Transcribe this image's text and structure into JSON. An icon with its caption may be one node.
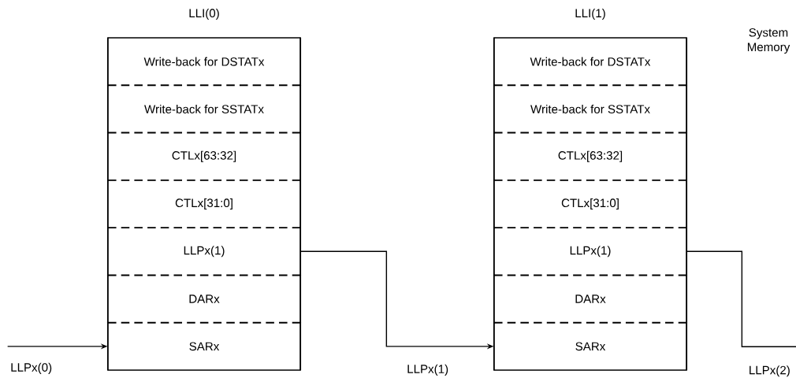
{
  "diagram": {
    "nodes": [
      {
        "text": [
          "LLI(0)"
        ]
      },
      {
        "text": [
          "Write-back for DSTATx"
        ],
        "in": 0
      },
      {
        "text": [
          "Write-back for SSTATx"
        ],
        "in": 0
      },
      {
        "text": [
          "CTLx[63:32]"
        ],
        "in": 0
      },
      {
        "text": [
          "CTLx[31:0]"
        ],
        "in": 0
      },
      {
        "text": [
          "LLPx(1)"
        ],
        "in": 0
      },
      {
        "text": [
          "DARx"
        ],
        "in": 0
      },
      {
        "text": [
          "SARx"
        ],
        "in": 0
      },
      {
        "text": [
          "LLI(1)"
        ]
      },
      {
        "text": [
          "Write-back for DSTATx"
        ],
        "in": 8
      },
      {
        "text": [
          "Write-back for SSTATx"
        ],
        "in": 8
      },
      {
        "text": [
          "CTLx[63:32]"
        ],
        "in": 8
      },
      {
        "text": [
          "CTLx[31:0]"
        ],
        "in": 8
      },
      {
        "text": [
          "LLPx(1)"
        ],
        "in": 8
      },
      {
        "text": [
          "DARx"
        ],
        "in": 8
      },
      {
        "text": [
          "SARx"
        ],
        "in": 8
      }
    ],
    "edges": [
      {
        "from": null,
        "to": 7,
        "arrow": "to",
        "label": "LLPx(0)"
      },
      {
        "from": 5,
        "to": 15,
        "arrow": "to",
        "label": "LLPx(1)"
      },
      {
        "from": 13,
        "to": null,
        "arrow": "none",
        "label": "LLPx(2)"
      }
    ],
    "labels": [
      "System Memory"
    ]
  }
}
